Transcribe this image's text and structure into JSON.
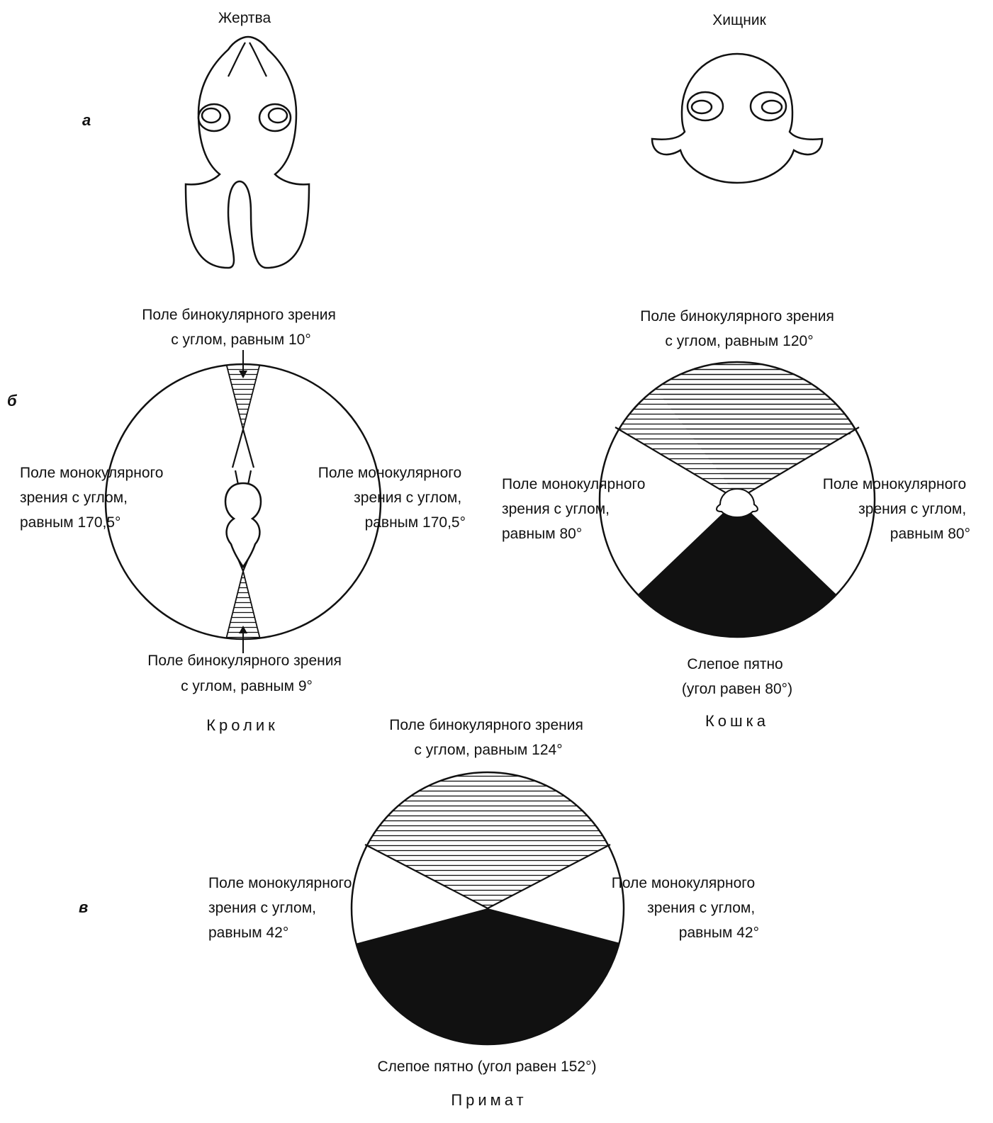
{
  "panel_a": {
    "letter": "а",
    "prey_title": "Жертва",
    "predator_title": "Хищник"
  },
  "panel_b": {
    "letter": "б",
    "rabbit": {
      "binocular_top": [
        "Поле бинокулярного зрения",
        "с углом, равным 10°"
      ],
      "binocular_bottom": [
        "Поле бинокулярного зрения",
        "с углом, равным 9°"
      ],
      "monocular_left": [
        "Поле монокулярного",
        "зрения с углом,",
        "равным 170,5°"
      ],
      "monocular_right": [
        "Поле монокулярного",
        "зрения с углом,",
        "равным 170,5°"
      ],
      "caption": "Кролик"
    },
    "cat": {
      "binocular": [
        "Поле бинокулярного зрения",
        "с углом, равным 120°"
      ],
      "monocular_left": [
        "Поле монокулярного",
        "зрения с углом,",
        "равным 80°"
      ],
      "monocular_right": [
        "Поле монокулярного",
        "зрения с углом,",
        "равным 80°"
      ],
      "blind_spot": [
        "Слепое пятно",
        "(угол равен 80°)"
      ],
      "caption": "Кошка"
    }
  },
  "panel_c": {
    "letter": "в",
    "primate": {
      "binocular": [
        "Поле бинокулярного зрения",
        "с углом, равным 124°"
      ],
      "monocular_left": [
        "Поле монокулярного",
        "зрения с углом,",
        "равным 42°"
      ],
      "monocular_right": [
        "Поле монокулярного",
        "зрения с углом,",
        "равным 42°"
      ],
      "blind_spot": "Слепое пятно (угол равен 152°)",
      "caption": "Примат"
    }
  },
  "colors": {
    "ink": "#111111",
    "paper": "#ffffff"
  }
}
